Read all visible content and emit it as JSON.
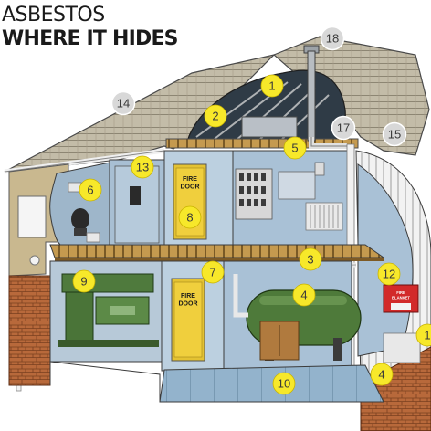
{
  "title": {
    "line1": "ASBESTOS",
    "line2": "WHERE IT HIDES"
  },
  "signs": {
    "fire_door_upper": [
      "FIRE",
      "DOOR"
    ],
    "fire_door_lower": [
      "FIRE",
      "DOOR"
    ],
    "fire_blanket": [
      "FIRE",
      "BLANKET"
    ]
  },
  "markers_yellow": [
    "1",
    "2",
    "3",
    "4",
    "4",
    "5",
    "6",
    "7",
    "8",
    "9",
    "10",
    "12",
    "13",
    "1"
  ],
  "markers_grey": [
    "14",
    "15",
    "17",
    "18"
  ],
  "colors": {
    "marker_yellow": "#f7e82a",
    "marker_grey": "#d8d8d8",
    "roof": "#bdb6a3",
    "brick": "#b5693c",
    "wall_blue": "#a9c1d6",
    "floor_tiles": "#8fb0c9",
    "tank_green": "#4e7a3a",
    "machine_green": "#4f7a3d",
    "fire_door": "#e6c335",
    "fire_blanket": "#d22a2a"
  }
}
